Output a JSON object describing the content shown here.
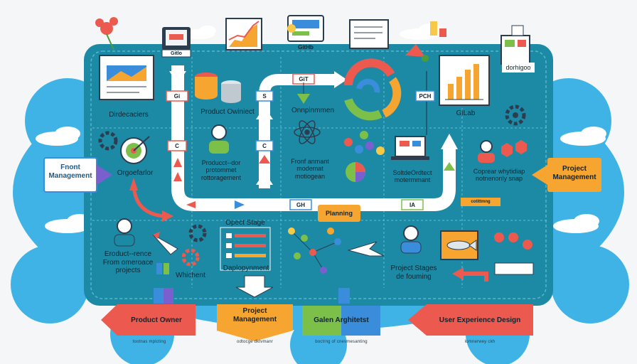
{
  "colors": {
    "board": "#1d8aa5",
    "board_inner": "#2096b4",
    "cloud": "#3fb3e6",
    "sky": "#f4f6f8",
    "road": "#ffffff",
    "red": "#ec5a4f",
    "orange": "#f6a531",
    "yellow": "#f7c948",
    "green": "#7cc04a",
    "blue": "#3a8ddb",
    "purple": "#7a5fcf",
    "dark": "#10242e"
  },
  "icons": [
    "flower-icon",
    "document-icon",
    "chart-icon",
    "github-icon",
    "cloud-icon",
    "database-icon",
    "person-icon",
    "gear-icon",
    "target-icon",
    "atom-icon",
    "cycle-arrows-icon",
    "laptop-icon",
    "pie-chart-icon",
    "rocket-icon",
    "plane-icon",
    "fish-picture-icon",
    "checklist-icon",
    "network-icon"
  ],
  "labels": {
    "documents": "Dirdecaciers",
    "product_owner_top": "Product Owiniect",
    "environment": "Onnpinmmen",
    "gitlab": "GiLab",
    "datajobs": "dorhigoo",
    "front_management": "Fnont\nManagement",
    "organizer": "Orgoefarlor",
    "product_roles": "Producct--dor\nprotommet\nrottoragement",
    "front_ambient": "Fronf anmant\nmodemat\nmotiogean",
    "solution_object": "SoltdeOrdtect\nmotermmant",
    "coproar": "Coprear whytidiap\nnotnenonly snap",
    "project_management_right": "Project\nManagement",
    "planning": "Planning",
    "object_stage": "Opect Stage",
    "deployment": "Daplopynment",
    "product_reference": "Eroduct--rence\nFrom omeroace\nprojects",
    "whichent": "Whichent",
    "project_stages": "Project Stages\nde fouming",
    "product_owner_bottom": "Product Owner",
    "project_management_bottom": "Project\nManagement",
    "galen_architect": "Galen Arghitetst",
    "ux_design": "User Experience Design",
    "github": "GitHb",
    "gitlo": "Gitlo",
    "gi": "Gi",
    "gi_top": "GiT",
    "s": "S",
    "c": "C",
    "pch": "PCH",
    "gh": "GH",
    "ia": "IA",
    "badge_right": "cotittmng"
  },
  "footnotes": {
    "product_owner": "tootnas mplcting",
    "project_management": "odtocge dktvmanr",
    "galen_architect": "boctrng of cnevmesanting",
    "ux_design": "lomnerwey ckh"
  }
}
